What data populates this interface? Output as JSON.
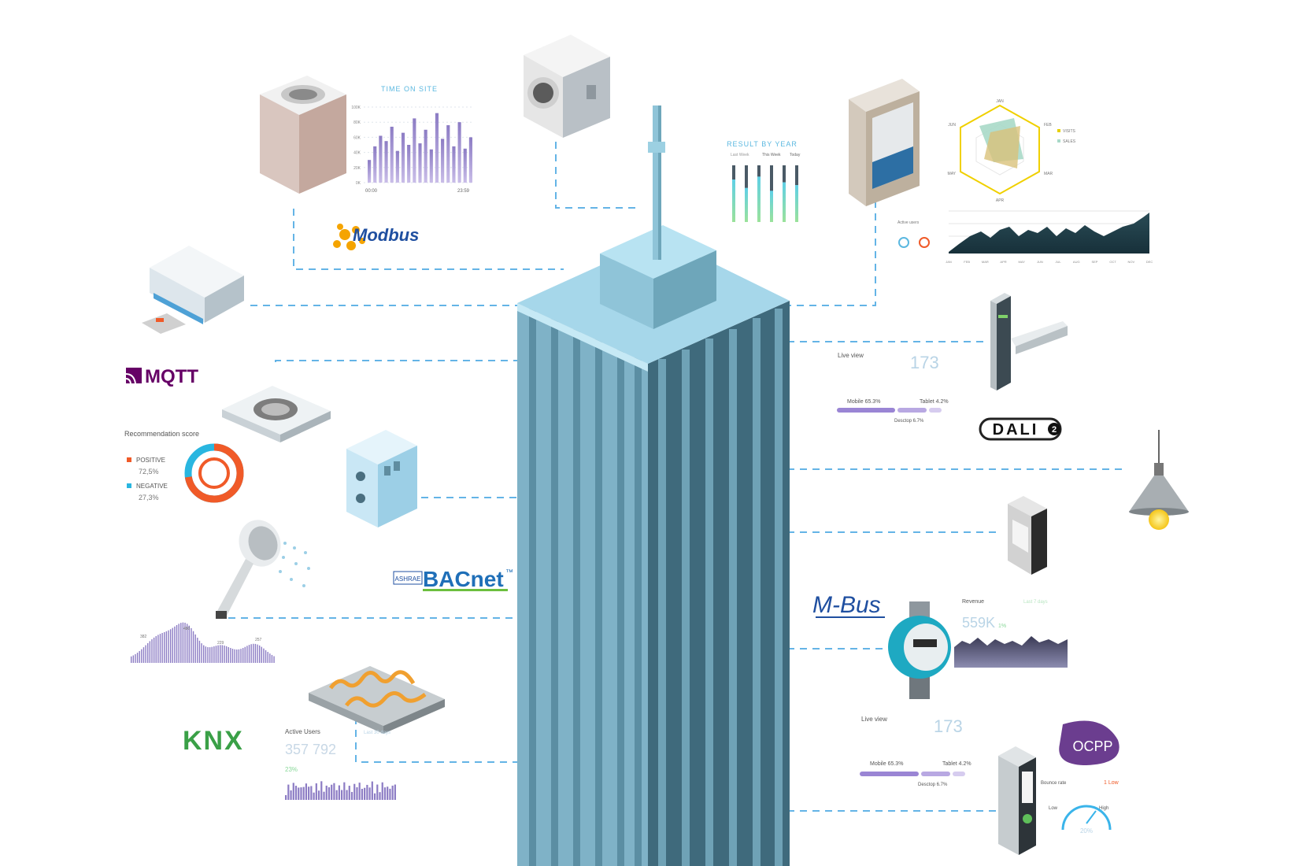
{
  "protocols": {
    "modbus": "Modbus",
    "mqtt": "MQTT",
    "bacnet": "BACnet",
    "bacnet_tm": "™",
    "ashrae": "ASHRAE",
    "knx": "KNX",
    "dali": "DALI",
    "dali_num": "2",
    "mbus": "M-Bus",
    "ocpp": "OCPP"
  },
  "time_on_site": {
    "title": "TIME ON SITE",
    "y_ticks": [
      "100K",
      "80K",
      "60K",
      "40K",
      "20K",
      "0K"
    ],
    "x_start": "00:00",
    "x_end": "23:59",
    "values": [
      30,
      48,
      62,
      55,
      74,
      42,
      66,
      50,
      85,
      52,
      70,
      44,
      92,
      58,
      76,
      48,
      80,
      45,
      60
    ]
  },
  "result_by_year": {
    "title": "RESULT BY YEAR",
    "headers": [
      "Last Week",
      "This Week",
      "Today"
    ],
    "bars": [
      0.75,
      0.6,
      0.8,
      0.55,
      0.7,
      0.65
    ]
  },
  "radar": {
    "axes": [
      "JAN",
      "FEB",
      "MAR",
      "APR",
      "MAY",
      "JUN"
    ],
    "legend": [
      "VISITS",
      "SALES"
    ]
  },
  "active_users_area": {
    "title": "Active users",
    "months": [
      "JAN",
      "FEB",
      "MAR",
      "APR",
      "MAY",
      "JUN",
      "JUL",
      "AUG",
      "SEP",
      "OCT",
      "NOV",
      "DEC"
    ]
  },
  "live_view_1": {
    "label": "Live view",
    "value": "173",
    "mobile": "Mobile 65.3%",
    "tablet": "Tablet 4.2%",
    "desktop": "Desctop 6.7%"
  },
  "live_view_2": {
    "label": "Live view",
    "value": "173",
    "mobile": "Mobile 65.3%",
    "tablet": "Tablet 4.2%",
    "desktop": "Desctop 6.7%"
  },
  "recommendation": {
    "title": "Recommendation score",
    "positive_label": "POSITIVE",
    "positive_value": "72,5%",
    "negative_label": "NEGATIVE",
    "negative_value": "27,3%",
    "positive_fraction": 0.725,
    "positive_color": "#f05a28",
    "negative_color": "#29b6e0"
  },
  "revenue": {
    "title": "Revenue",
    "value": "559K",
    "change": "1%",
    "sub": "Last 7 days"
  },
  "active_users": {
    "title": "Active Users",
    "value": "357 792",
    "change": "23%",
    "sub": "Last 30 days"
  },
  "bounce": {
    "title": "Bounce rate",
    "level": "1 Low",
    "low": "Low",
    "high": "High",
    "value": "20%"
  },
  "waveform": {
    "labels": [
      "382",
      "480",
      "229",
      "257"
    ]
  },
  "colors": {
    "building_front": "#7fb2c7",
    "building_side": "#3f6a7c",
    "building_top": "#a6d7ea",
    "connector": "#64b4e6",
    "chart_purple": "#8c7cc4",
    "chart_green": "#8ad89a",
    "dark_area": "#1f3a44"
  }
}
